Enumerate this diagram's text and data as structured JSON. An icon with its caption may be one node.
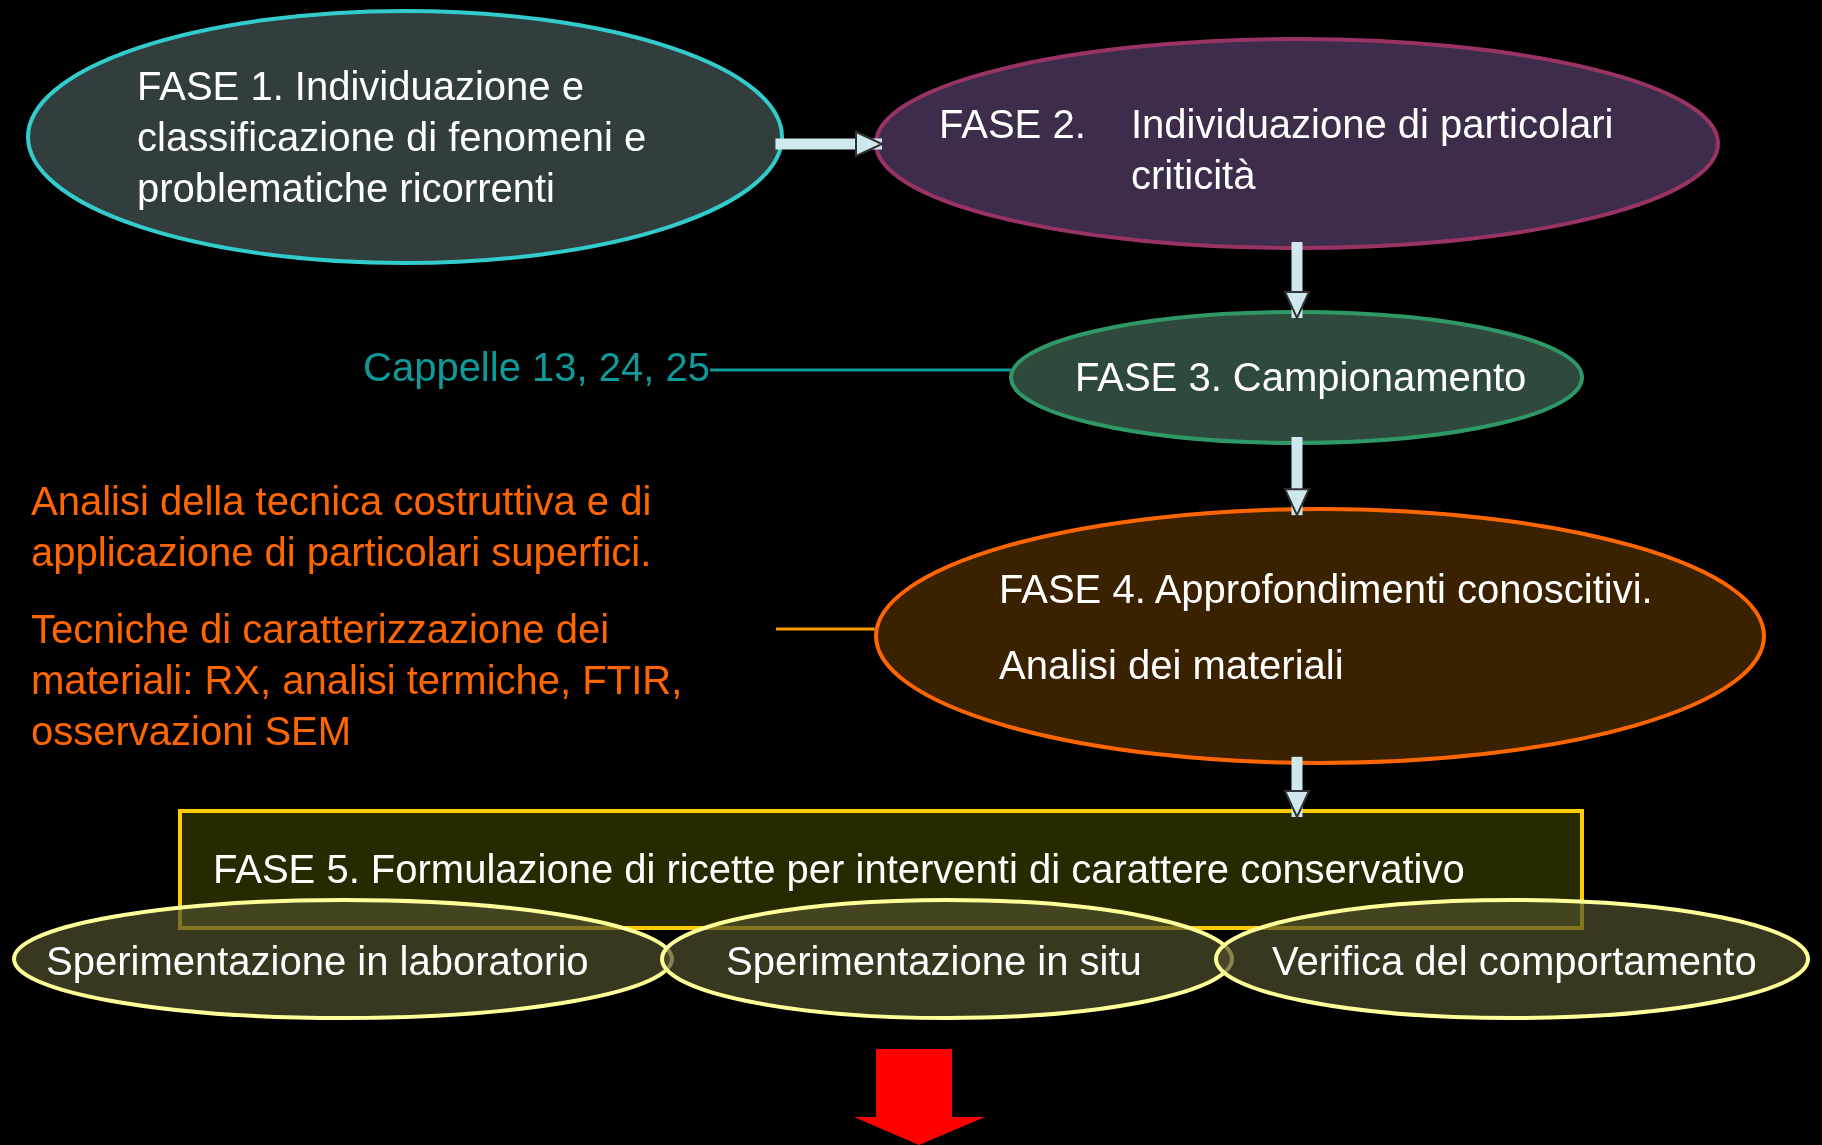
{
  "diagram": {
    "nodes": [
      {
        "text": [
          "FASE 1. Individuazione e classificazione di fenomeni e problematiche ricorrenti"
        ]
      },
      {
        "text": [
          "FASE 2.",
          "Individuazione di particolari criticità"
        ]
      },
      {
        "text": [
          "Cappelle 13, 24, 25"
        ]
      },
      {
        "text": [
          "FASE 3. Campionamento"
        ]
      },
      {
        "text": [
          "Tecniche di caratterizzazione dei materiali: RX, analisi termiche, FTIR, osservazioni SEM"
        ]
      },
      {
        "text": [
          "FASE 4. Approfondimenti conoscitivi.",
          "Analisi dei materiali"
        ]
      },
      {
        "text": [
          "FASE 5. Formulazione di ricette per interventi di carattere conservativo"
        ]
      },
      {
        "text": [
          "Sperimentazione in laboratorio"
        ]
      },
      {
        "text": [
          "Sperimentazione in situ"
        ]
      },
      {
        "text": [
          "Verifica del comportamento"
        ]
      }
    ],
    "edges": [
      {
        "from": 0,
        "to": 1,
        "arrow": "to"
      },
      {
        "from": 1,
        "to": 3,
        "arrow": "to"
      },
      {
        "from": 3,
        "to": 5,
        "arrow": "to"
      },
      {
        "from": 5,
        "to": 6,
        "arrow": "to"
      },
      {
        "from": 2,
        "to": 3,
        "arrow": "none",
        "color": "#0e9a9a"
      },
      {
        "from": 4,
        "to": 5,
        "arrow": "none",
        "color": "#ff9900"
      }
    ],
    "labels": [
      "Analisi della tecnica costruttiva e di applicazione di particolari superfici."
    ]
  }
}
